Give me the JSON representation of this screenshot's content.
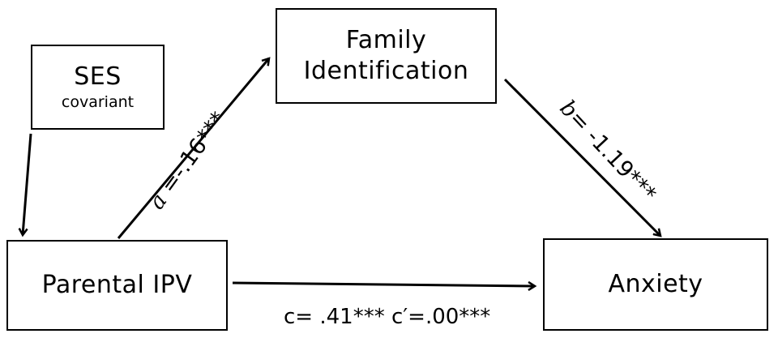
{
  "nodes": {
    "ses": {
      "title": "SES",
      "subtitle": "covariant"
    },
    "family": {
      "line1": "Family",
      "line2": "Identification"
    },
    "ipv": {
      "label": "Parental IPV"
    },
    "anxiety": {
      "label": "Anxiety"
    }
  },
  "paths": {
    "a": {
      "symbol": "a",
      "text": " =-.16***"
    },
    "b": {
      "symbol": "b",
      "text": "= -1.19***"
    },
    "c": {
      "text": "c= .41*** c′=.00***"
    }
  },
  "colors": {
    "line": "#000000",
    "background": "#ffffff"
  }
}
